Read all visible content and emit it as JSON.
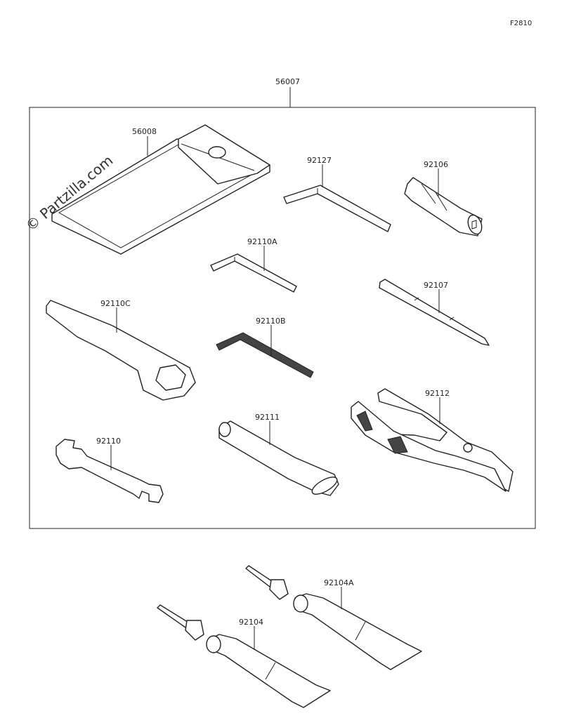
{
  "figure_code": "F2810",
  "watermark": "© Partzilla.com",
  "kit_label": "56007",
  "parts": {
    "tool_case": "56008",
    "hex_wrench_large": "92127",
    "handle": "92106",
    "hex_wrench_a": "92110A",
    "screwdriver": "92107",
    "box_wrench": "92110C",
    "hex_wrench_b": "92110B",
    "pliers": "92112",
    "extension_bar": "92111",
    "open_wrench": "92110",
    "grease_tube_a": "92104A",
    "grease_tube": "92104"
  }
}
